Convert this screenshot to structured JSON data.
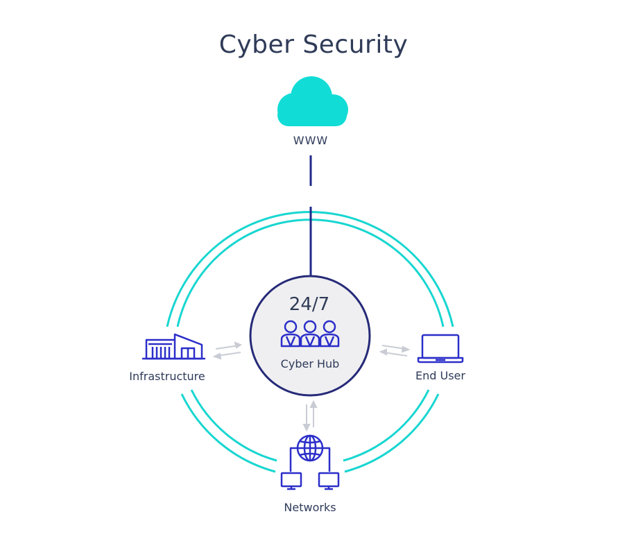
{
  "title": "Cyber Security",
  "colors": {
    "ring": "#18d6d0",
    "cloud": "#12dcd6",
    "icon": "#2b2ec9",
    "line": "#1f2a8a",
    "hub_fill": "#efeff1",
    "hub_stroke": "#262a78",
    "arrows": "#c9ccd4",
    "text": "#2e3a59"
  },
  "nodes": {
    "www": {
      "label": "WWW",
      "icon": "cloud-icon"
    },
    "hub": {
      "label_top": "24/7",
      "label": "Cyber Hub",
      "icon": "team-icon"
    },
    "infrastructure": {
      "label": "Infrastructure",
      "icon": "warehouse-icon"
    },
    "end_user": {
      "label": "End User",
      "icon": "laptop-icon"
    },
    "networks": {
      "label": "Networks",
      "icon": "network-icon"
    }
  }
}
